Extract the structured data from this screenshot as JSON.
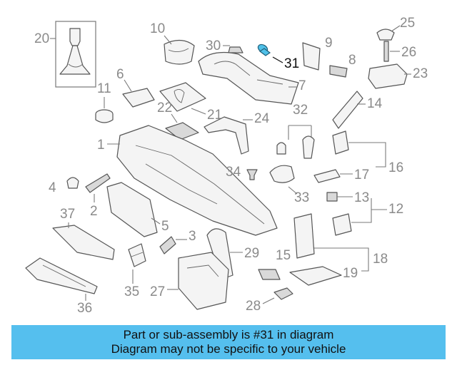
{
  "diagram": {
    "highlight_color": "#4fc0e8",
    "callouts": {
      "c1": "1",
      "c2": "2",
      "c3": "3",
      "c4": "4",
      "c5": "5",
      "c6": "6",
      "c7": "7",
      "c8": "8",
      "c9": "9",
      "c10": "10",
      "c11": "11",
      "c12": "12",
      "c13": "13",
      "c14": "14",
      "c15": "15",
      "c16": "16",
      "c17": "17",
      "c18": "18",
      "c19": "19",
      "c20": "20",
      "c21": "21",
      "c22": "22",
      "c23": "23",
      "c24": "24",
      "c25": "25",
      "c26": "26",
      "c27": "27",
      "c28": "28",
      "c29": "29",
      "c30": "30",
      "c31": "31",
      "c32": "32",
      "c33": "33",
      "c34": "34",
      "c35": "35",
      "c36": "36",
      "c37": "37"
    }
  },
  "banner": {
    "color": "#55bfee",
    "line1": "Part or sub-assembly is #31 in diagram",
    "line2": "Diagram may not be specific to your vehicle"
  }
}
